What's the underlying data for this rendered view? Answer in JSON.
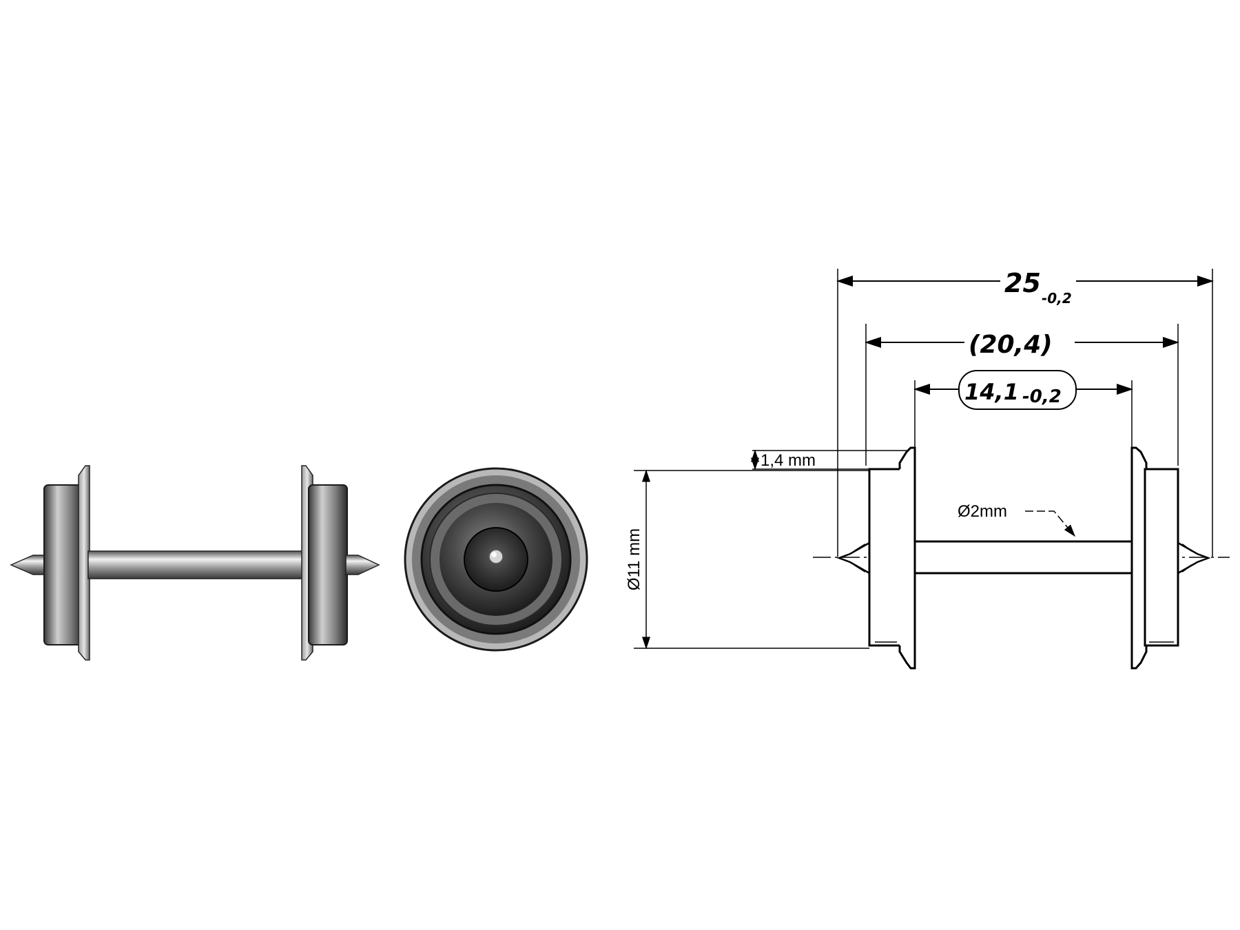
{
  "dimensions": {
    "overall_length": "25",
    "overall_length_tolerance": "-0,2",
    "over_flanges": "(20,4)",
    "back_to_back": "14,1",
    "back_to_back_tolerance": "-0,2",
    "flange_height": "1,4 mm",
    "wheel_diameter": "Ø11 mm",
    "axle_diameter": "Ø2mm"
  },
  "colors": {
    "ink": "#000000",
    "metal_light": "#d8d8d8",
    "metal_mid": "#8a8a8a",
    "metal_dark": "#2e2e2e"
  }
}
